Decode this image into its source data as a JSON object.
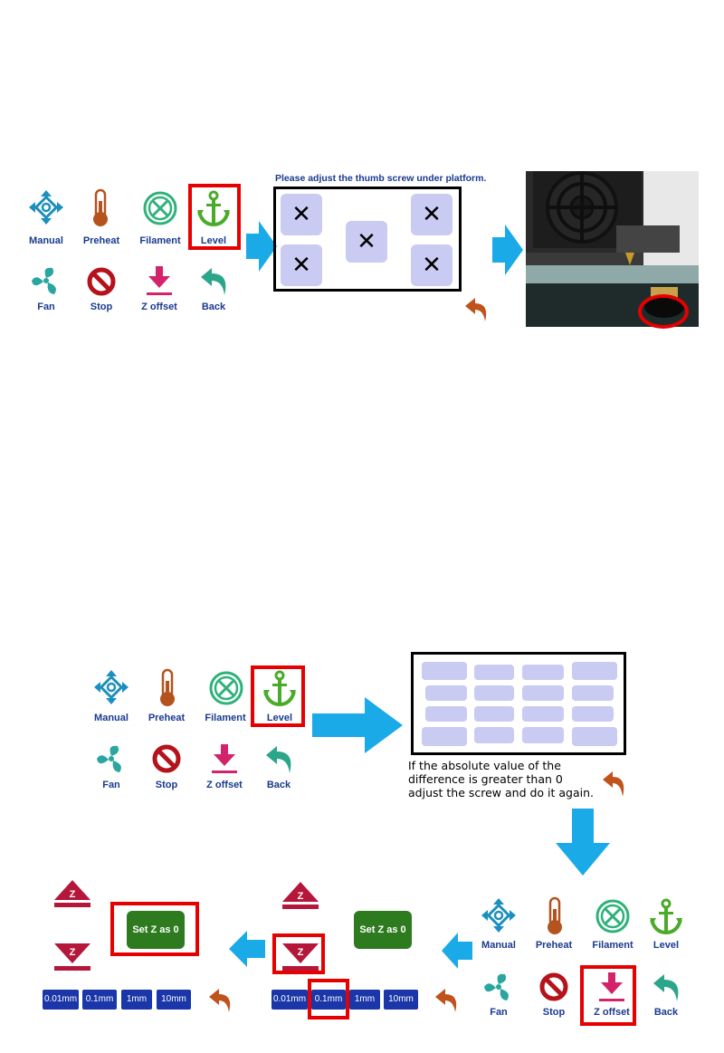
{
  "menu": {
    "manual": "Manual",
    "preheat": "Preheat",
    "filament": "Filament",
    "level": "Level",
    "fan": "Fan",
    "stop": "Stop",
    "z_offset": "Z offset",
    "back": "Back"
  },
  "level_screen": {
    "instruction": "Please adjust the thumb screw under platform.",
    "point_mark": "✕"
  },
  "grid_screen": {
    "note_line1": "If the absolute value of the",
    "note_line2": "difference is greater than 0",
    "note_line3": "adjust the screw and do it again."
  },
  "z_screen": {
    "z_label": "Z",
    "set_z": "Set Z as 0",
    "steps": [
      "0.01mm",
      "0.1mm",
      "1mm",
      "10mm"
    ]
  },
  "colors": {
    "highlight": "#e60000",
    "flow_arrow": "#1aaae8",
    "menu_text": "#1a3a8f",
    "step_button": "#1a36a8",
    "set_z_button": "#2d7a1f"
  }
}
